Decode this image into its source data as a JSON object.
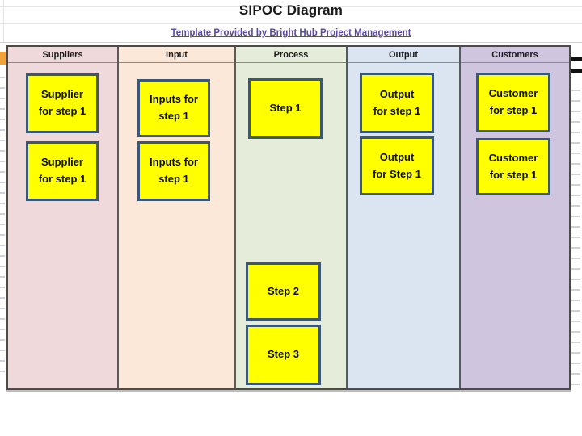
{
  "page": {
    "title": "SIPOC Diagram",
    "subtitle_link": "Template Provided by Bright Hub Project Management"
  },
  "colors": {
    "box_fill": "#ffff00",
    "box_border": "#3a5875",
    "link_purple": "#5b4aa0",
    "suppliers_bg": "#efd9da",
    "input_bg": "#fce8d8",
    "process_bg": "#e6ecda",
    "output_bg": "#dbe4f1",
    "customers_bg": "#cfc5df"
  },
  "columns": [
    {
      "label": "Suppliers",
      "bg": "#efd9da",
      "boxes": [
        {
          "text": "Supplier\nfor step 1"
        },
        {
          "text": "Supplier\nfor step 1"
        }
      ]
    },
    {
      "label": "Input",
      "bg": "#fce8d8",
      "boxes": [
        {
          "text": "Inputs for\nstep 1"
        },
        {
          "text": "Inputs for\nstep 1"
        }
      ]
    },
    {
      "label": "Process",
      "bg": "#e6ecda",
      "boxes": [
        {
          "text": "Step 1"
        },
        {
          "text": "Step 2"
        },
        {
          "text": "Step 3"
        }
      ]
    },
    {
      "label": "Output",
      "bg": "#dbe4f1",
      "boxes": [
        {
          "text": "Output\nfor step 1"
        },
        {
          "text": "Output\nfor Step 1"
        }
      ]
    },
    {
      "label": "Customers",
      "bg": "#cfc5df",
      "boxes": [
        {
          "text": "Customer\nfor step 1"
        },
        {
          "text": "Customer\nfor step 1"
        }
      ]
    }
  ]
}
